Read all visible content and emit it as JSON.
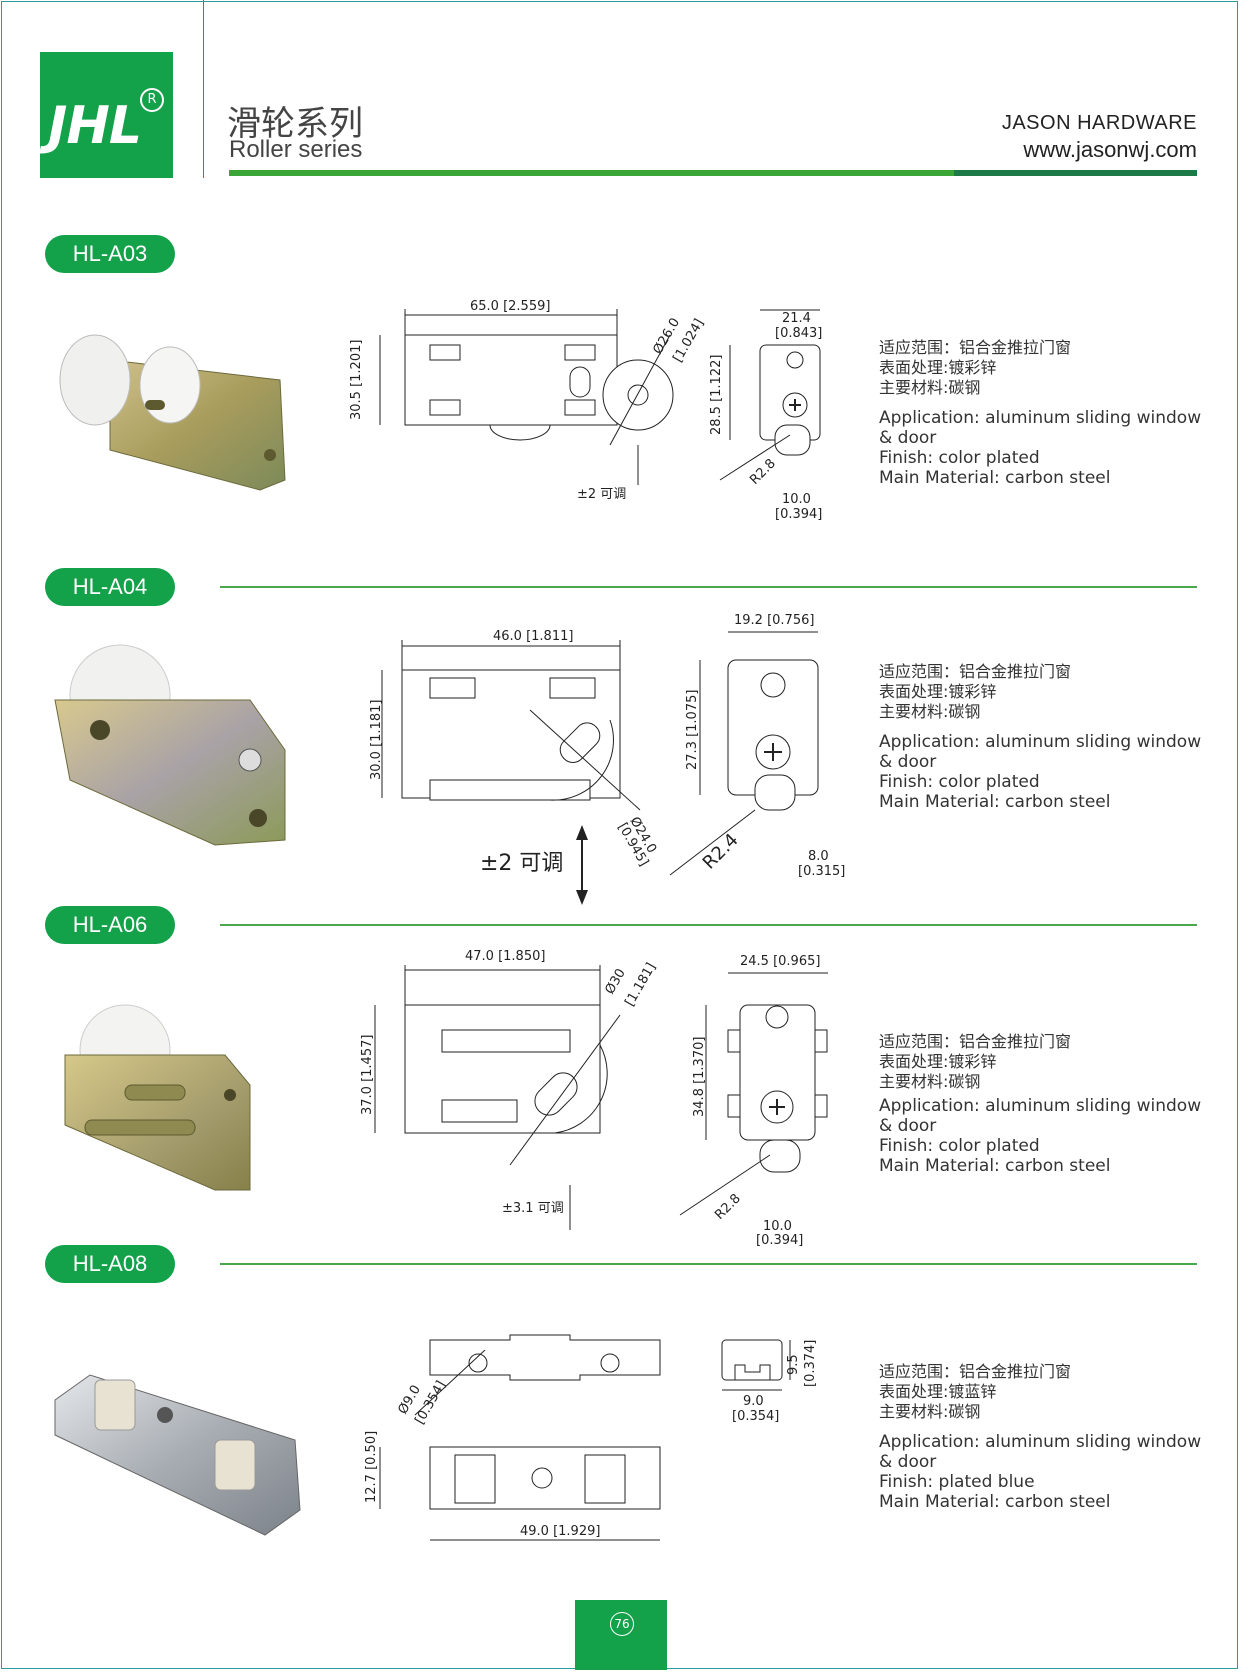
{
  "header": {
    "logo_text": "JHL",
    "logo_reg": "R",
    "series_cn": "滑轮系列",
    "series_en": "Roller series",
    "brand_name": "JASON HARDWARE",
    "brand_url": "www.jasonwj.com"
  },
  "colors": {
    "brand_green": "#13a14a",
    "line_green": "#3aa637",
    "dark_green": "#1d7a47"
  },
  "products": [
    {
      "code": "HL-A03",
      "spec_cn": [
        "适应范围：铝合金推拉门窗",
        "表面处理:镀彩锌",
        "主要材料:碳钢"
      ],
      "spec_en": [
        "Application: aluminum sliding window",
        "&  door",
        "Finish: color plated",
        "Main Material: carbon steel"
      ],
      "dims": {
        "length": "65.0 [2.559]",
        "height": "30.5 [1.201]",
        "wheel": "Ø26.0",
        "wheel_in": "[1.024]",
        "width_top": "21.4",
        "width_top_in": "[0.843]",
        "side_h": "28.5 [1.122]",
        "radius": "R2.8",
        "slot": "10.0",
        "slot_in": "[0.394]",
        "adjust": "±2 可调"
      }
    },
    {
      "code": "HL-A04",
      "spec_cn": [
        "适应范围：铝合金推拉门窗",
        "表面处理:镀彩锌",
        "主要材料:碳钢"
      ],
      "spec_en": [
        "Application: aluminum sliding window",
        "&  door",
        "Finish: color plated",
        "Main Material: carbon steel"
      ],
      "dims": {
        "length": "46.0 [1.811]",
        "height": "30.0 [1.181]",
        "wheel": "Ø24.0",
        "wheel_in": "[0.945]",
        "width_top": "19.2 [0.756]",
        "side_h": "27.3 [1.075]",
        "radius": "R2.4",
        "slot": "8.0",
        "slot_in": "[0.315]",
        "adjust": "±2 可调"
      }
    },
    {
      "code": "HL-A06",
      "spec_cn": [
        "适应范围：铝合金推拉门窗",
        "表面处理:镀彩锌",
        "主要材料:碳钢"
      ],
      "spec_en": [
        "Application: aluminum sliding window",
        "&  door",
        "Finish: color plated",
        "Main Material: carbon steel"
      ],
      "dims": {
        "length": "47.0 [1.850]",
        "height": "37.0 [1.457]",
        "wheel": "Ø30",
        "wheel_in": "[1.181]",
        "width_top": "24.5 [0.965]",
        "side_h": "34.8 [1.370]",
        "radius": "R2.8",
        "slot": "10.0",
        "slot_in": "[0.394]",
        "adjust": "±3.1 可调"
      }
    },
    {
      "code": "HL-A08",
      "spec_cn": [
        "适应范围：铝合金推拉门窗",
        "表面处理:镀蓝锌",
        "主要材料:碳钢"
      ],
      "spec_en": [
        "Application: aluminum sliding window",
        "&  door",
        "Finish: plated blue",
        "Main Material: carbon steel"
      ],
      "dims": {
        "wheel": "Ø9.0",
        "wheel_in": "[0.354]",
        "side_w": "9.0",
        "side_w_in": "[0.354]",
        "side_h": "9.5",
        "side_h_in": "[0.374]",
        "height": "12.7 [0.50]",
        "length": "49.0 [1.929]"
      }
    }
  ],
  "page_number": "76"
}
